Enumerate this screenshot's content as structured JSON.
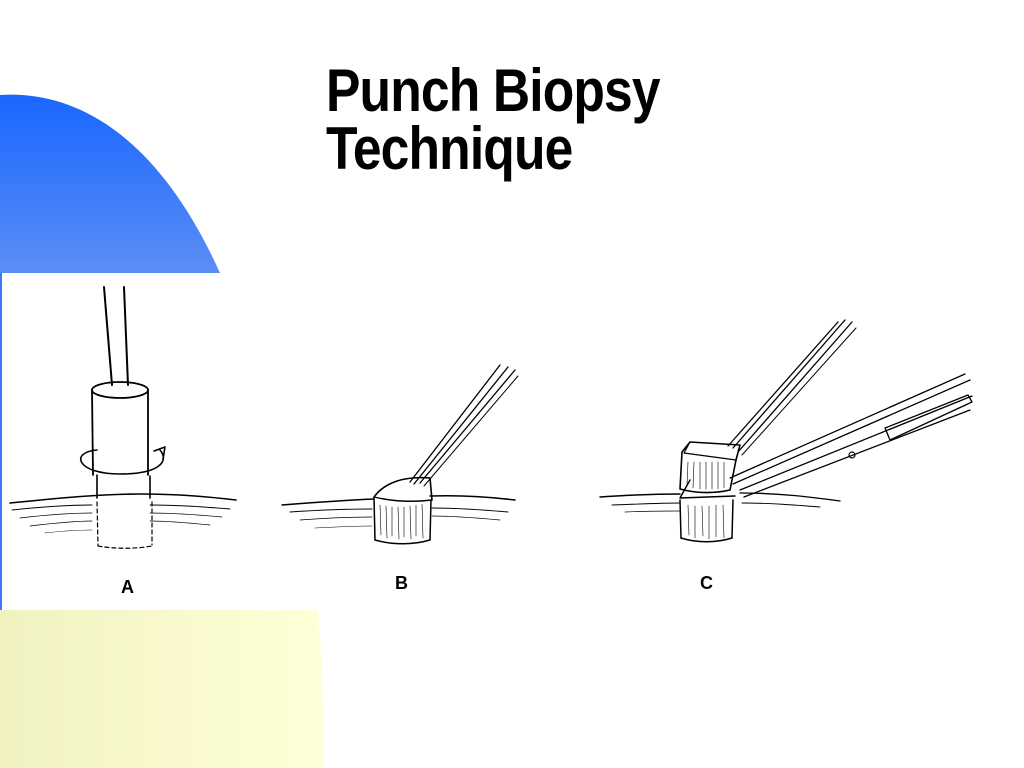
{
  "slide": {
    "title_line1": "Punch Biopsy",
    "title_line2": "Technique"
  },
  "figure": {
    "panels": [
      {
        "label": "A"
      },
      {
        "label": "B"
      },
      {
        "label": "C"
      }
    ]
  },
  "colors": {
    "blue_gradient_top": "#1a66ff",
    "blue_gradient_bottom": "#5b8ef5",
    "yellow_gradient_left": "#f3f3c2",
    "yellow_gradient_right": "#ffffd8",
    "title": "#000000"
  }
}
